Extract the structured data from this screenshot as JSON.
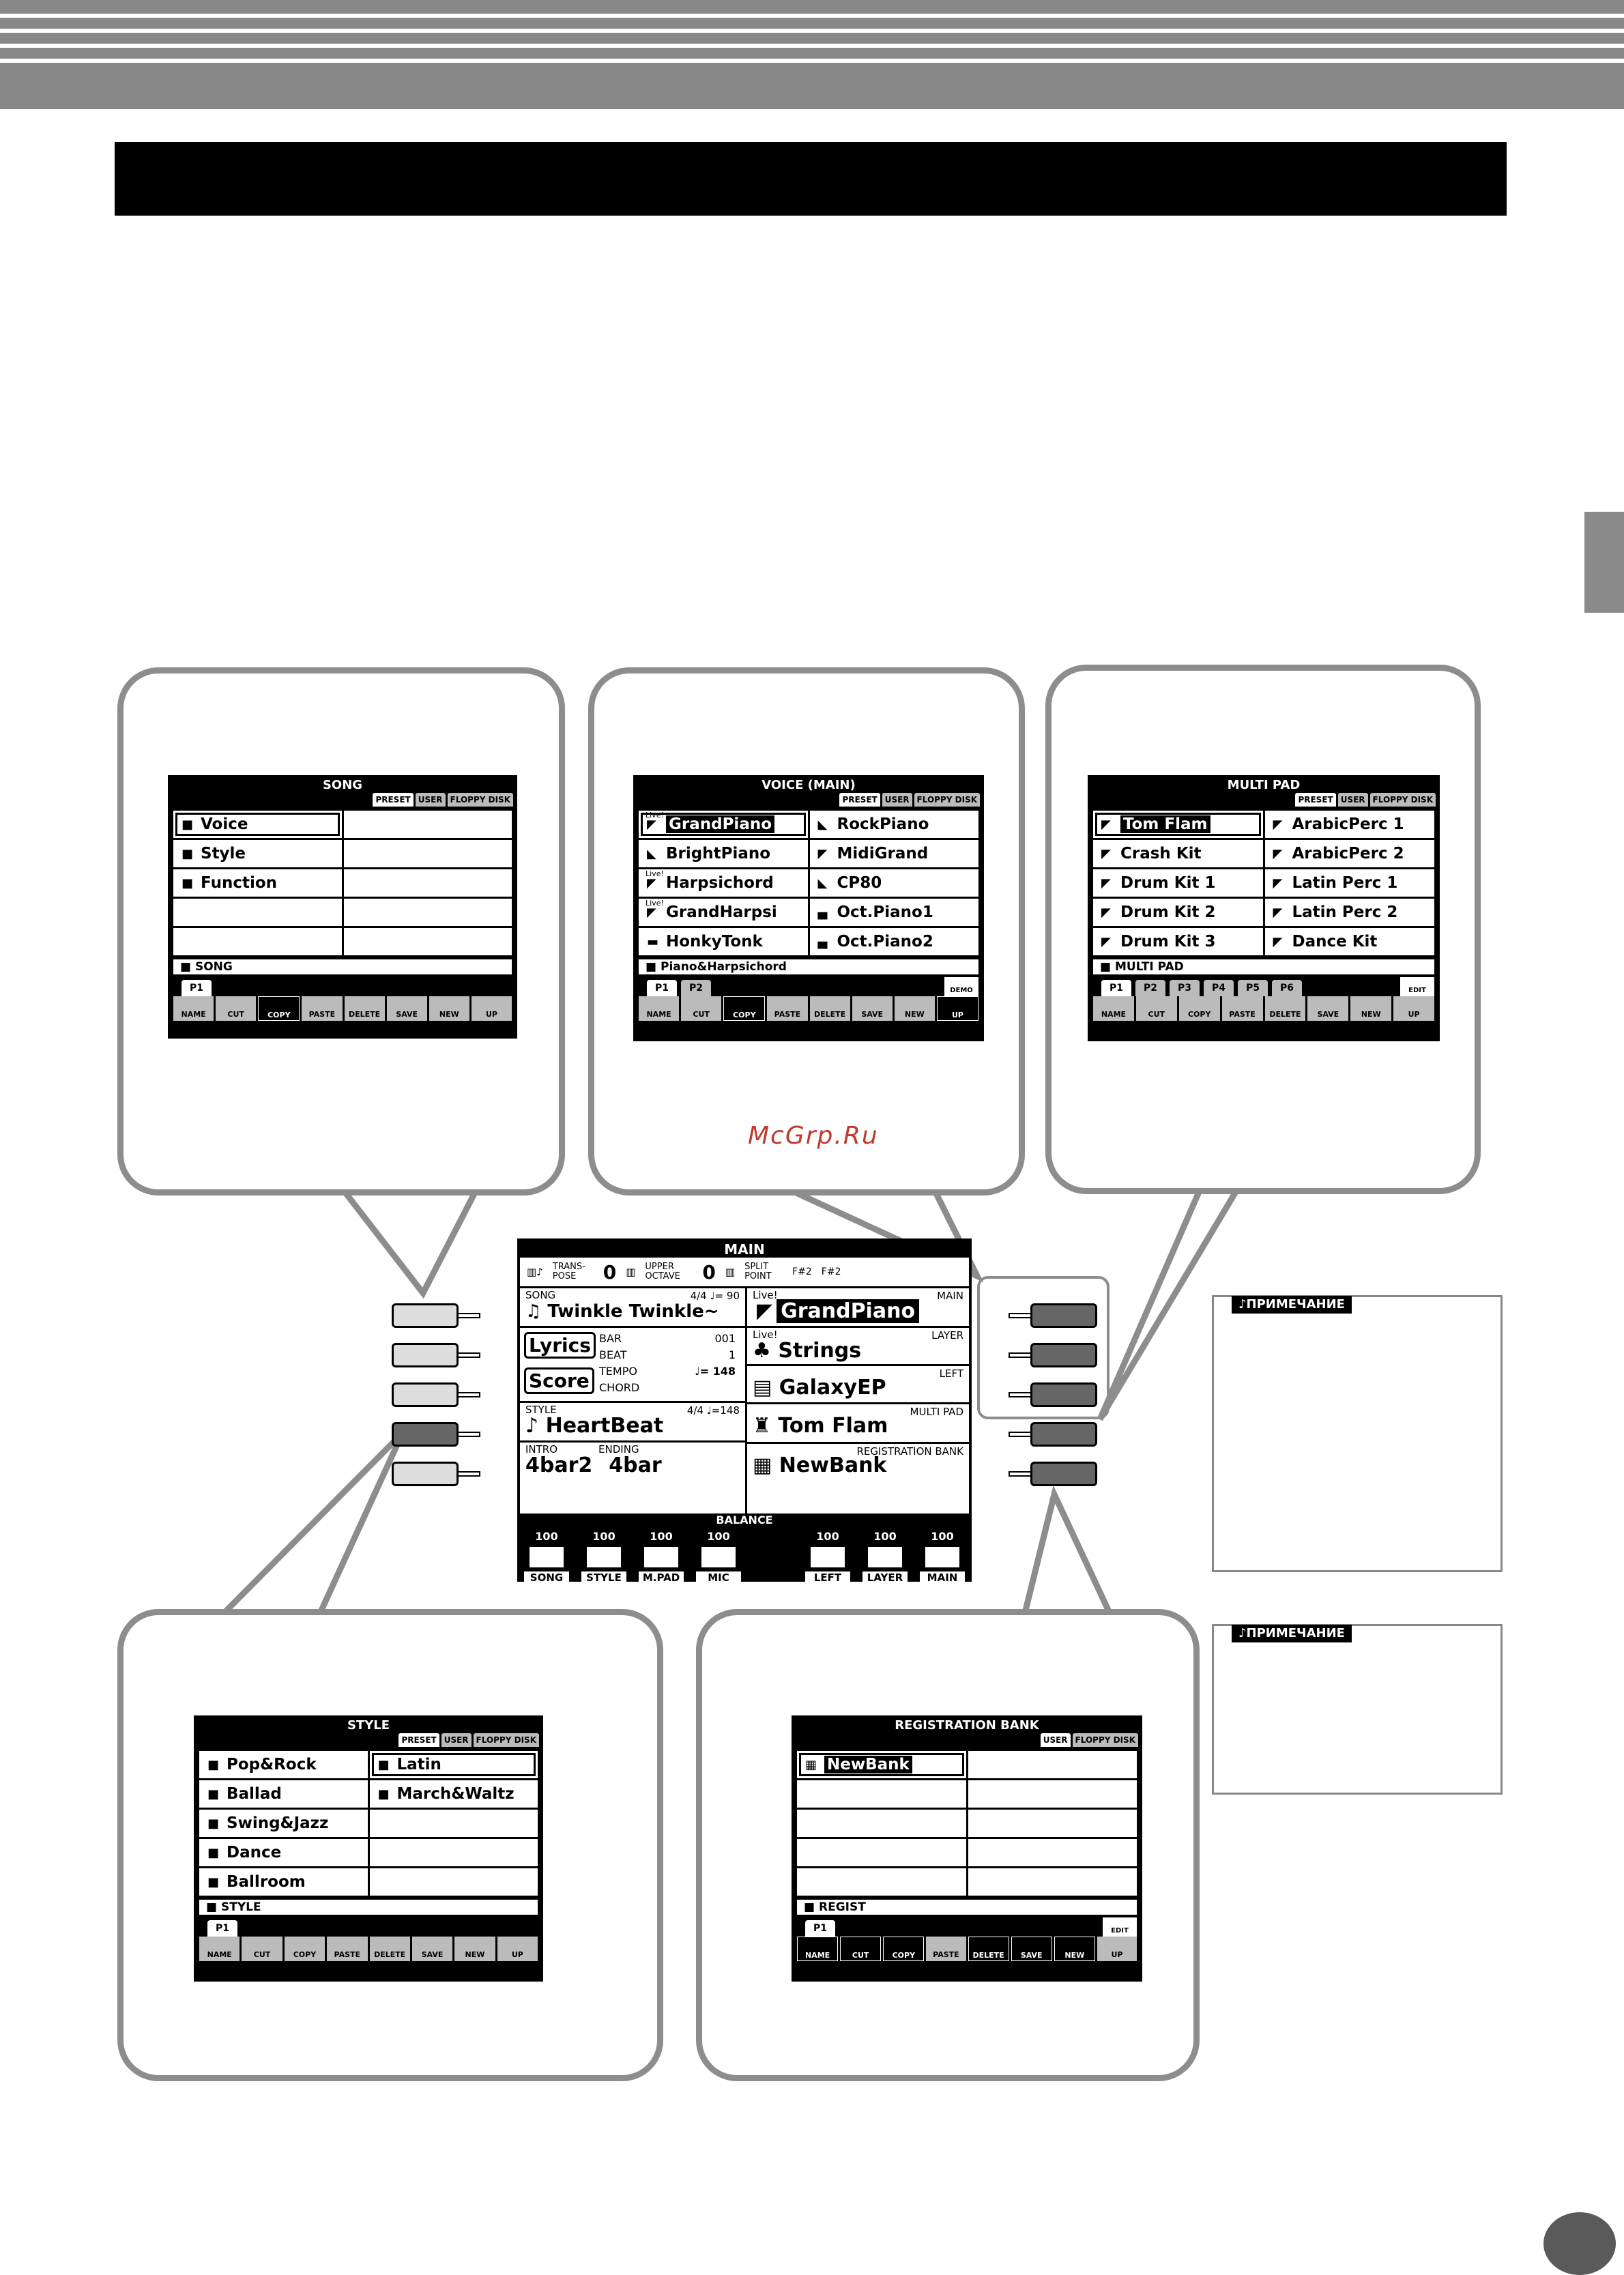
{
  "watermark": "McGrp.Ru",
  "song_screen": {
    "title": "SONG",
    "tabs": [
      "PRESET",
      "USER",
      "FLOPPY DISK"
    ],
    "items": [
      "Voice",
      "Style",
      "Function"
    ],
    "path": "SONG",
    "pages": [
      "P1"
    ],
    "fkeys": [
      "NAME",
      "CUT",
      "COPY",
      "PASTE",
      "DELETE",
      "SAVE",
      "NEW",
      "UP"
    ]
  },
  "voice_screen": {
    "title": "VOICE (MAIN)",
    "tabs": [
      "PRESET",
      "USER",
      "FLOPPY DISK"
    ],
    "live": "Live!",
    "items": [
      "GrandPiano",
      "RockPiano",
      "BrightPiano",
      "MidiGrand",
      "Harpsichord",
      "CP80",
      "GrandHarpsi",
      "Oct.Piano1",
      "HonkyTonk",
      "Oct.Piano2"
    ],
    "path": "Piano&Harpsichord",
    "pages": [
      "P1",
      "P2"
    ],
    "right_tab": "DEMO",
    "fkeys": [
      "NAME",
      "CUT",
      "COPY",
      "PASTE",
      "DELETE",
      "SAVE",
      "NEW",
      "UP"
    ]
  },
  "multipad_screen": {
    "title": "MULTI PAD",
    "tabs": [
      "PRESET",
      "USER",
      "FLOPPY DISK"
    ],
    "items": [
      "Tom Flam",
      "ArabicPerc 1",
      "Crash Kit",
      "ArabicPerc 2",
      "Drum Kit 1",
      "Latin Perc 1",
      "Drum Kit 2",
      "Latin Perc 2",
      "Drum Kit 3",
      "Dance Kit"
    ],
    "path": "MULTI PAD",
    "pages": [
      "P1",
      "P2",
      "P3",
      "P4",
      "P5",
      "P6"
    ],
    "right_tab": "EDIT",
    "fkeys": [
      "NAME",
      "CUT",
      "COPY",
      "PASTE",
      "DELETE",
      "SAVE",
      "NEW",
      "UP"
    ]
  },
  "main_screen": {
    "title": "MAIN",
    "transpose_label": "TRANS-POSE",
    "transpose_value": "0",
    "upper_octave_label": "UPPER OCTAVE",
    "upper_octave_value": "0",
    "split_point_label": "SPLIT POINT",
    "split_a": "F#2",
    "split_l": "F#2",
    "song_label": "SONG",
    "song_meter": "4/4 ♩= 90",
    "song_name": "Twinkle Twinkle~",
    "lyrics": "Lyrics",
    "score": "Score",
    "bar_label": "BAR",
    "bar_value": "001",
    "beat_label": "BEAT",
    "beat_value": "1",
    "tempo_label": "TEMPO",
    "tempo_value": "♩= 148",
    "chord_label": "CHORD",
    "style_label": "STYLE",
    "style_meter": "4/4 ♩=148",
    "style_name": "HeartBeat",
    "intro_label": "INTRO",
    "intro_value": "4bar2",
    "ending_label": "ENDING",
    "ending_value": "4bar",
    "live": "Live!",
    "main_label": "MAIN",
    "main_voice": "GrandPiano",
    "layer_label": "LAYER",
    "layer_voice": "Strings",
    "left_label": "LEFT",
    "left_voice": "GalaxyEP",
    "multipad_label": "MULTI PAD",
    "multipad_value": "Tom Flam",
    "regbank_label": "REGISTRATION BANK",
    "regbank_value": "NewBank",
    "balance_label": "BALANCE",
    "faders": [
      {
        "name": "SONG",
        "value": "100"
      },
      {
        "name": "STYLE",
        "value": "100"
      },
      {
        "name": "M.PAD",
        "value": "100"
      },
      {
        "name": "MIC",
        "value": "100"
      },
      {
        "name": "LEFT",
        "value": "100"
      },
      {
        "name": "LAYER",
        "value": "100"
      },
      {
        "name": "MAIN",
        "value": "100"
      }
    ]
  },
  "style_screen": {
    "title": "STYLE",
    "tabs": [
      "PRESET",
      "USER",
      "FLOPPY DISK"
    ],
    "items": [
      "Pop&Rock",
      "Latin",
      "Ballad",
      "March&Waltz",
      "Swing&Jazz",
      "",
      "Dance",
      "",
      "Ballroom",
      ""
    ],
    "path": "STYLE",
    "pages": [
      "P1"
    ],
    "fkeys": [
      "NAME",
      "CUT",
      "COPY",
      "PASTE",
      "DELETE",
      "SAVE",
      "NEW",
      "UP"
    ]
  },
  "regbank_screen": {
    "title": "REGISTRATION BANK",
    "tabs": [
      "USER",
      "FLOPPY DISK"
    ],
    "items": [
      "NewBank"
    ],
    "path": "REGIST",
    "pages": [
      "P1"
    ],
    "right_tab": "EDIT",
    "fkeys": [
      "NAME",
      "CUT",
      "COPY",
      "PASTE",
      "DELETE",
      "SAVE",
      "NEW",
      "UP"
    ]
  },
  "notes": [
    "ПРИМЕЧАНИЕ",
    "ПРИМЕЧАНИЕ"
  ]
}
